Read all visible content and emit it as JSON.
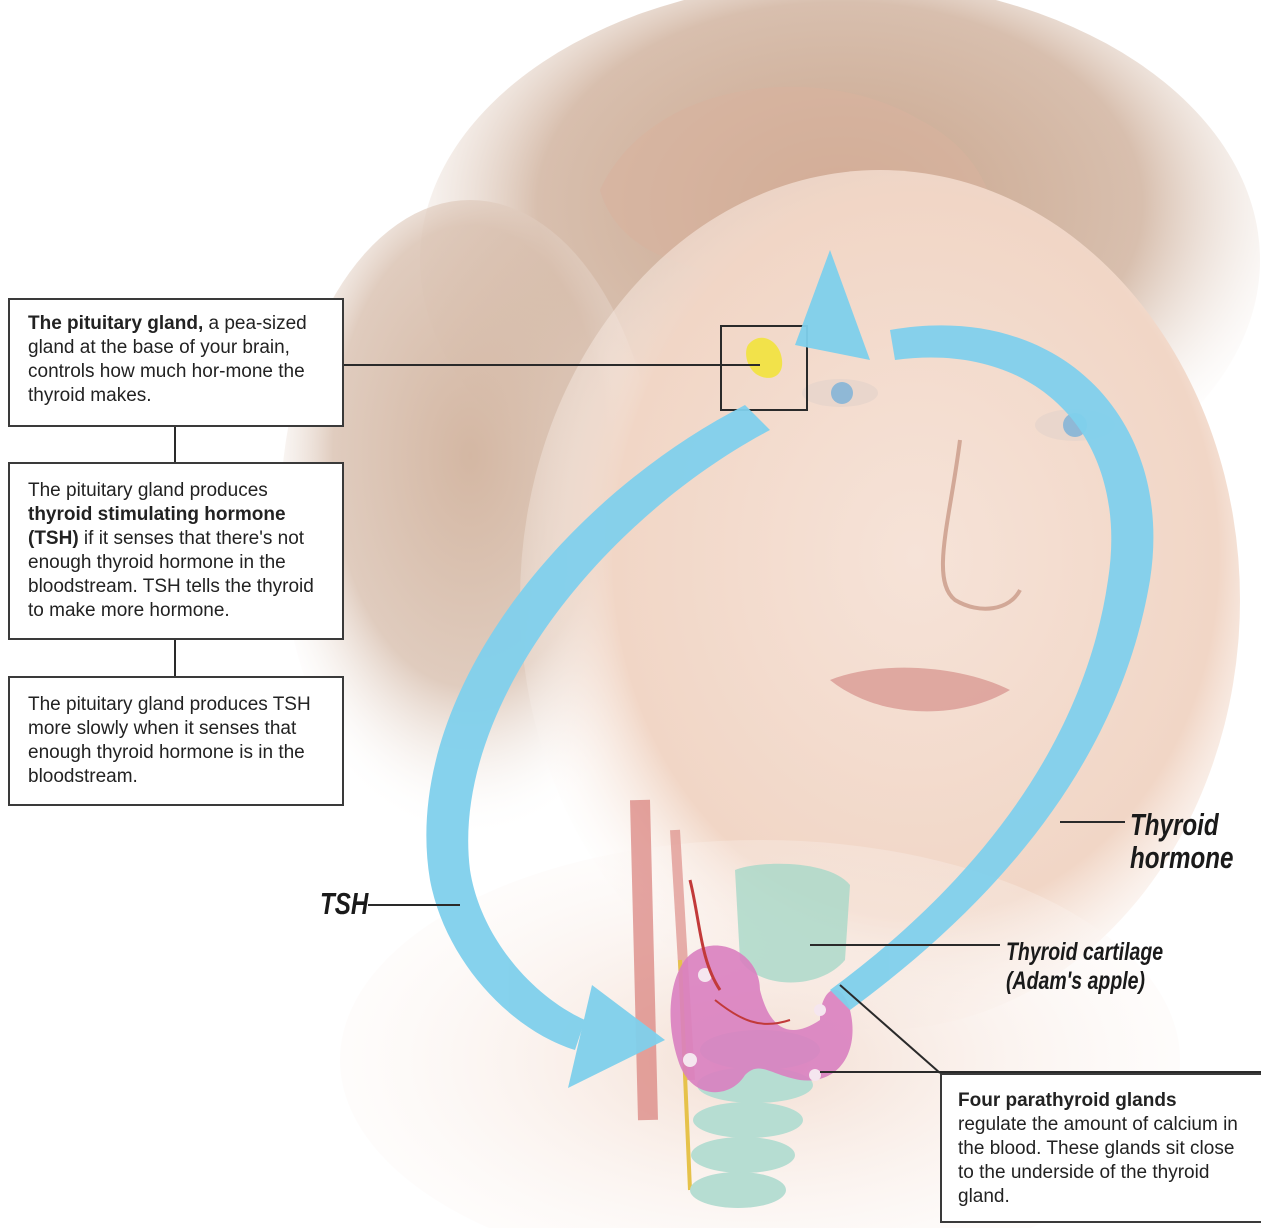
{
  "pituitary_box": {
    "bold": "The pituitary gland,",
    "rest": " a pea-sized gland at the base of your brain, controls how much hor-mone the thyroid makes."
  },
  "tsh_box": {
    "pre": "The pituitary gland produces ",
    "bold": "thyroid stimulating hormone (TSH)",
    "post": " if it senses that there's not enough thyroid hormone in the bloodstream. TSH tells the thyroid to make more hormone."
  },
  "slow_box": {
    "text": "The pituitary gland produces TSH more slowly when it senses that enough thyroid hormone is in the bloodstream."
  },
  "parathyroid_box": {
    "bold": "Four parathyroid glands",
    "rest": "regulate the amount of calcium in the blood. These glands sit close to the underside of the thyroid gland."
  },
  "labels": {
    "thyroid_hormone_line1": "Thyroid",
    "thyroid_hormone_line2": "hormone",
    "tsh": "TSH",
    "cartilage_line1": "Thyroid cartilage",
    "cartilage_line2": "(Adam's apple)"
  },
  "colors": {
    "arrow": "#7fd0ec",
    "thyroid_gland": "#d97fc0",
    "pituitary": "#f2e24a",
    "cartilage": "#a8d8c8"
  }
}
